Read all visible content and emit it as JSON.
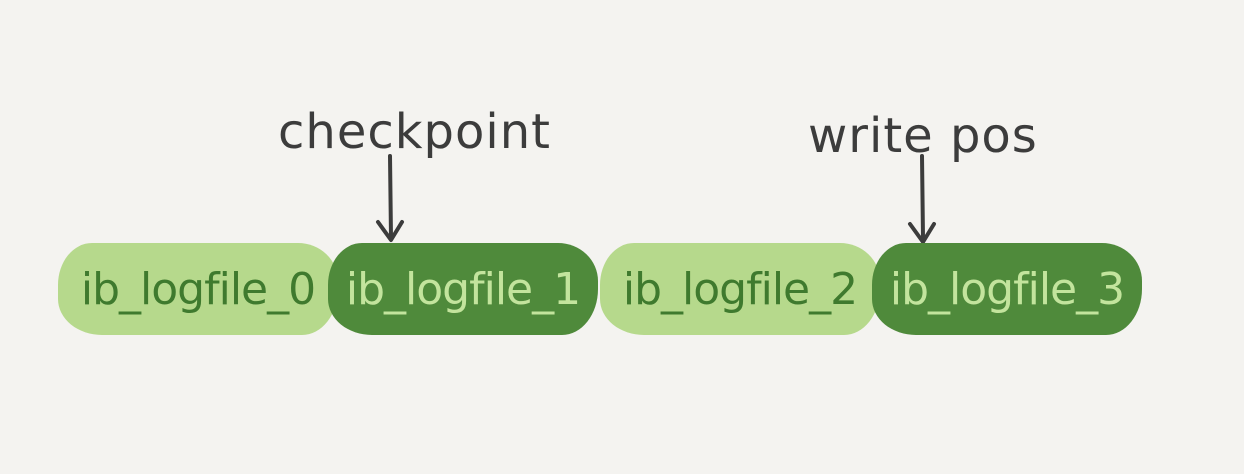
{
  "labels": {
    "checkpoint": "checkpoint",
    "write_pos": "write pos"
  },
  "files": [
    {
      "name": "ib_logfile_0",
      "shade": "light"
    },
    {
      "name": "ib_logfile_1",
      "shade": "dark"
    },
    {
      "name": "ib_logfile_2",
      "shade": "light"
    },
    {
      "name": "ib_logfile_3",
      "shade": "dark"
    }
  ],
  "colors": {
    "light_fill": "#b6d98c",
    "light_text": "#3f7a2e",
    "dark_fill": "#4f8a3b",
    "dark_text": "#c3e49d",
    "ink": "#3c3c3c",
    "background": "#f4f3f0"
  }
}
